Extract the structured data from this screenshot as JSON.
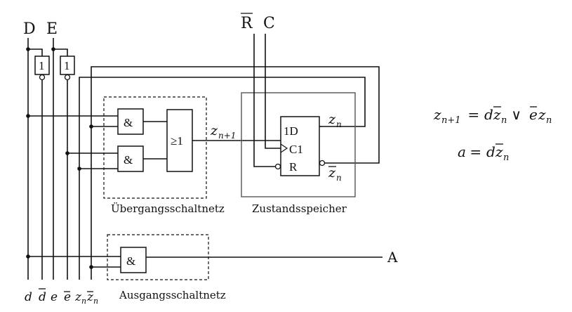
{
  "inputs": {
    "d": "D",
    "e": "E",
    "r": "R",
    "c": "C"
  },
  "output": "A",
  "gates": {
    "not": "1",
    "and": "&",
    "or": "≥1",
    "ff_d": "1D",
    "ff_c": "C1",
    "ff_r": "R"
  },
  "signals": {
    "znext": "z",
    "znext_sub": "n+1",
    "zn": "z",
    "zn_sub": "n"
  },
  "blocks": {
    "transition": "Übergangsschaltnetz",
    "state": "Zustandsspeicher",
    "output": "Ausgangsschaltnetz"
  },
  "bottom_labels": [
    "d",
    "d",
    "e",
    "e",
    "z",
    "z"
  ],
  "bottom_subs": [
    "n",
    "n"
  ],
  "equations": {
    "eq1_lhs": "z",
    "eq1_lhs_sub": "n+1",
    "eq1_eq": " = ",
    "eq1_d": "d",
    "eq1_z": "z",
    "eq1_sub": "n",
    "eq1_or": " ∨ ",
    "eq1_e": "e",
    "eq1_z2": "z",
    "eq1_sub2": "n",
    "eq2_a": "a",
    "eq2_eq": " = ",
    "eq2_d": "d",
    "eq2_z": "z",
    "eq2_sub": "n"
  }
}
